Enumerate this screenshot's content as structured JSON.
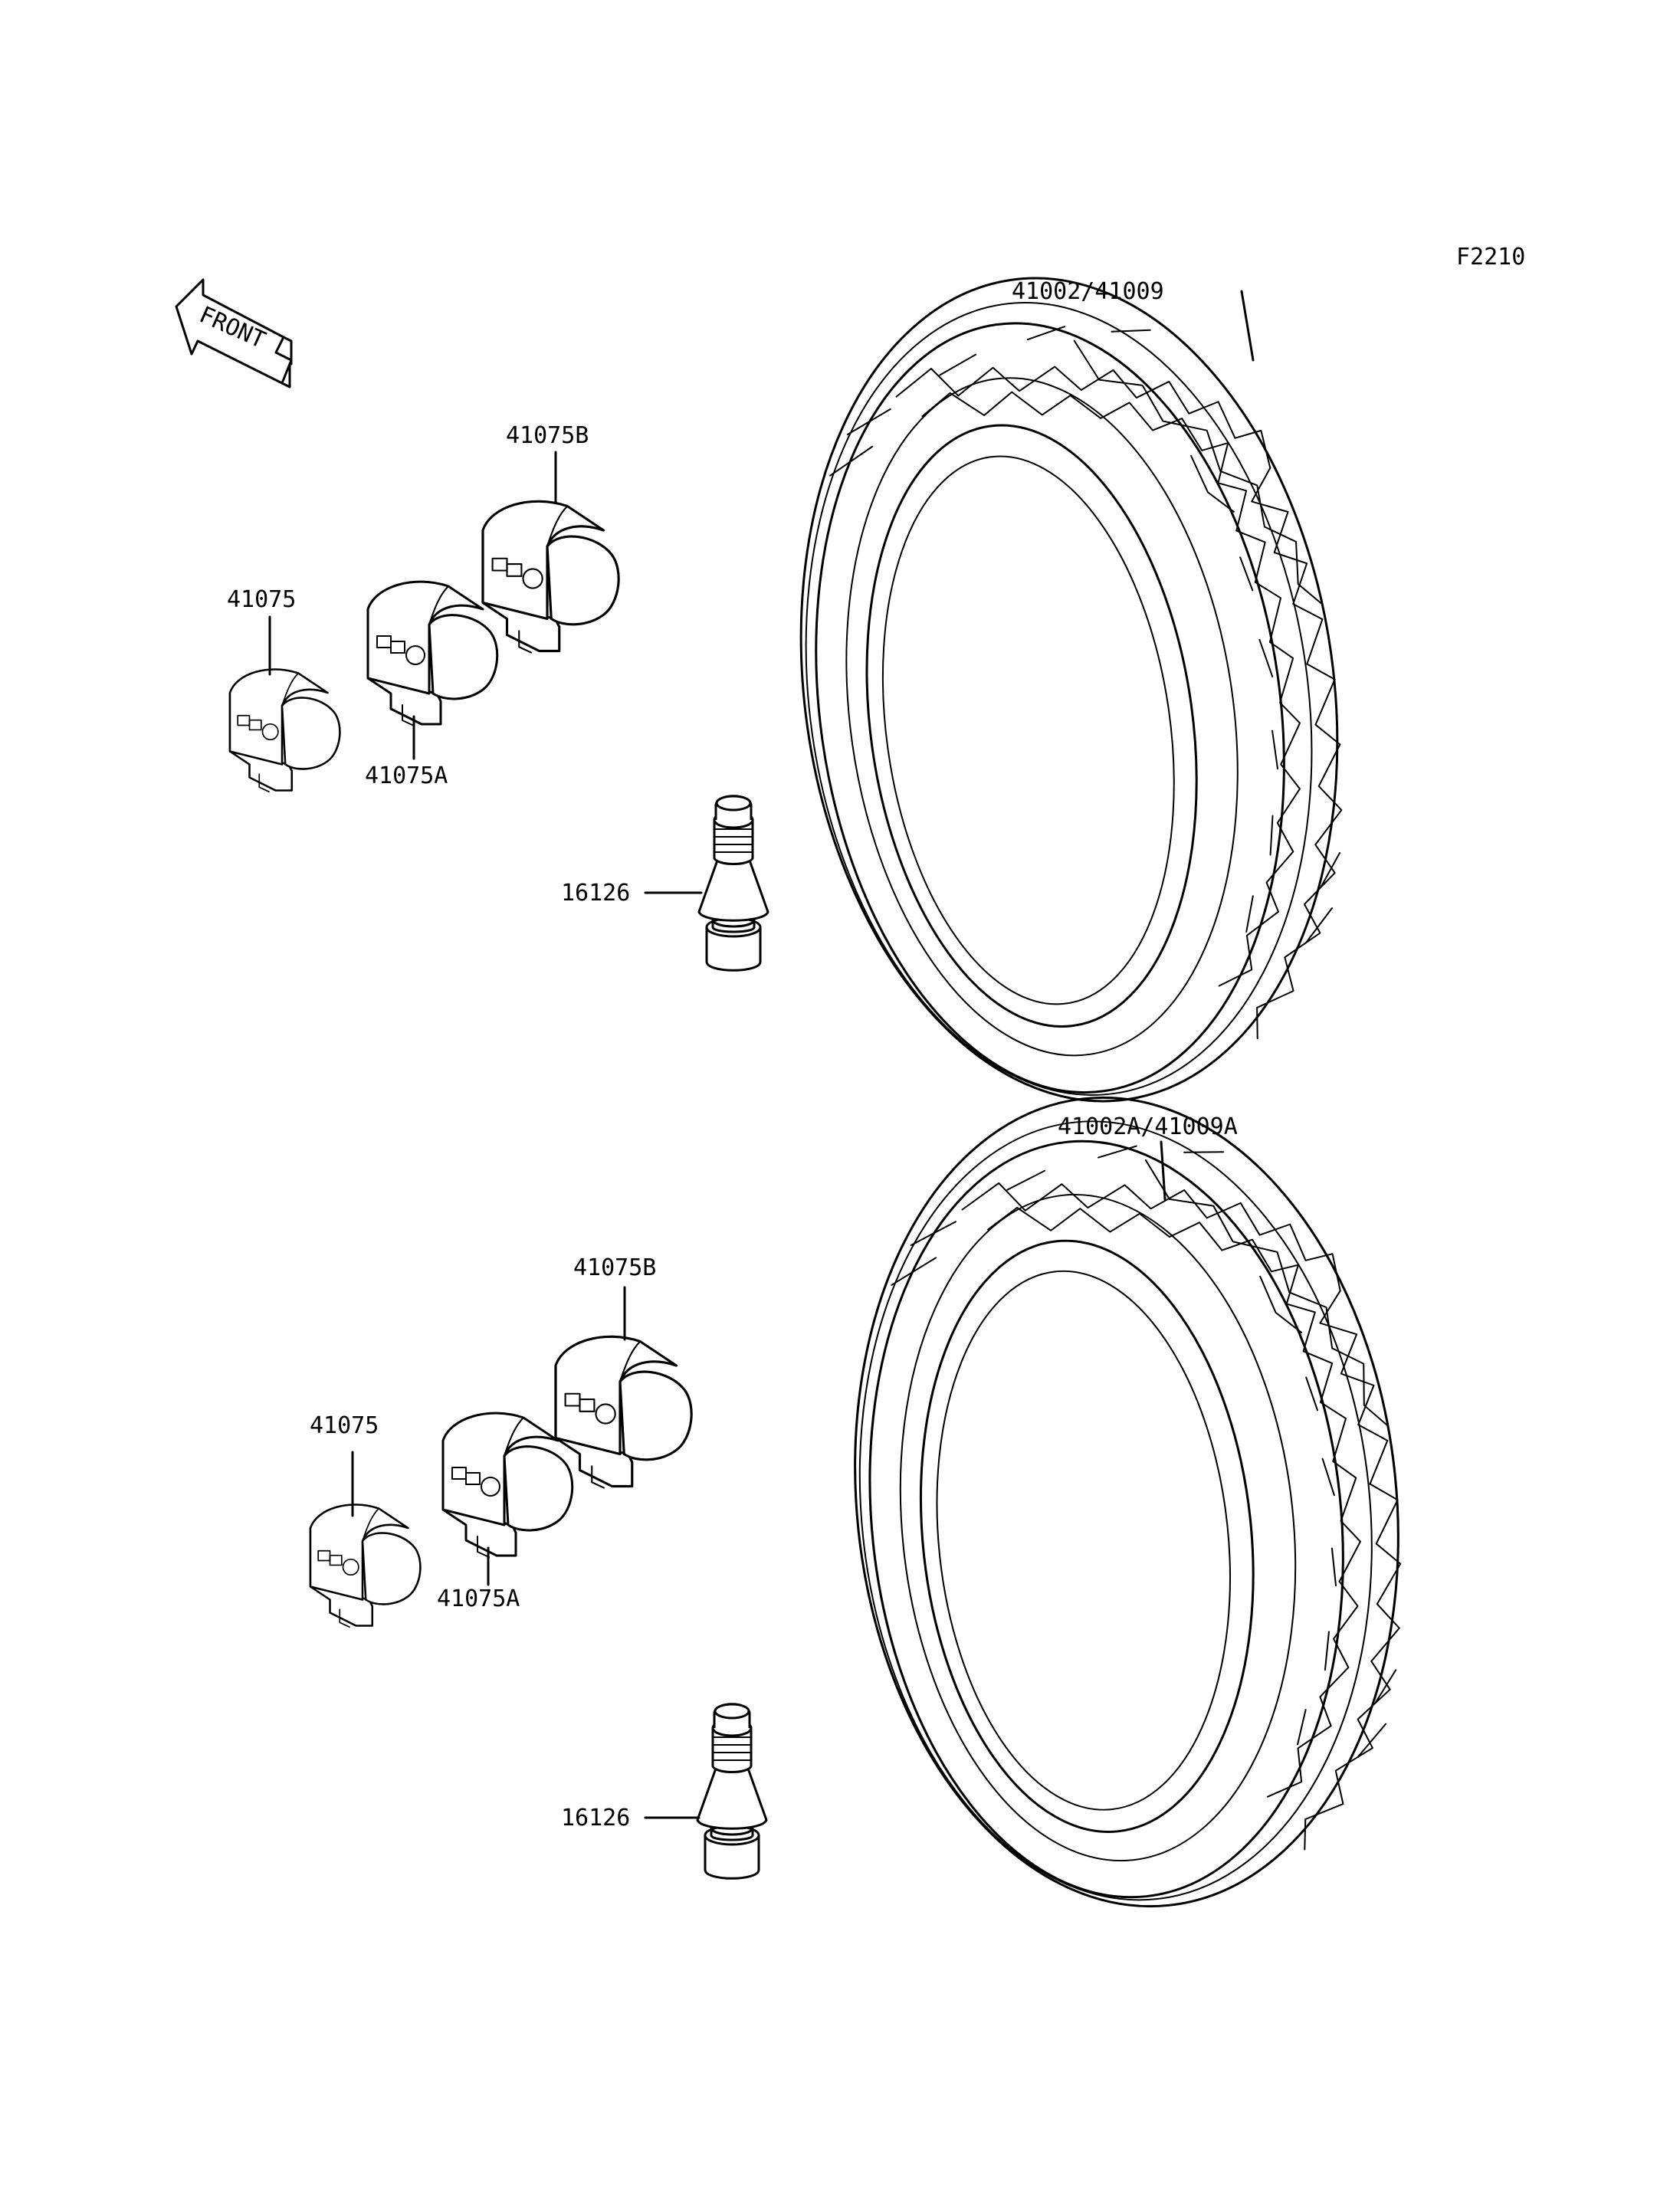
{
  "figure_code": "F2210",
  "front_arrow_text": "FRONT",
  "upper_group": {
    "tire_label": "41002/41009",
    "weight_label": "41075",
    "weight_a_label": "41075A",
    "weight_b_label": "41075B",
    "valve_label": "16126"
  },
  "lower_group": {
    "tire_label": "41002A/41009A",
    "weight_label": "41075",
    "weight_a_label": "41075A",
    "weight_b_label": "41075B",
    "valve_label": "16126"
  }
}
